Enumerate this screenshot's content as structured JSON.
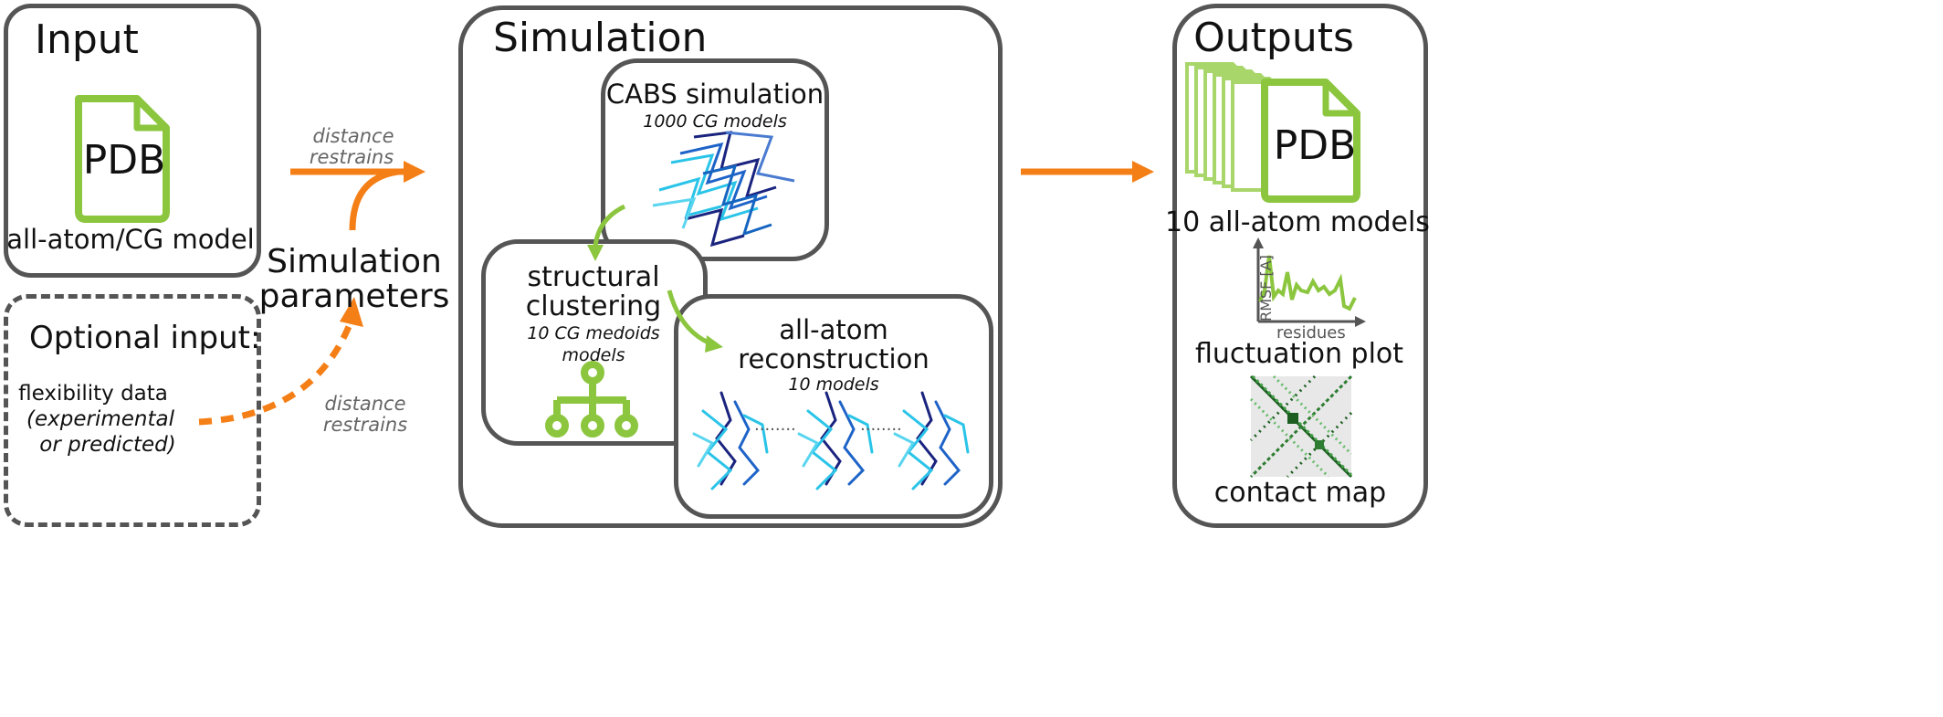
{
  "colors": {
    "orange": "#f57f17",
    "green": "#8cc63f",
    "border": "#555555",
    "blue_dark": "#1a237e",
    "blue_mid": "#1e63c8",
    "cyan": "#29c4e8"
  },
  "input": {
    "title": "Input",
    "pdb_label": "PDB",
    "caption": "all-atom/CG model"
  },
  "optional_input": {
    "title": "Optional input:",
    "line1": "flexibility data",
    "line2": "(experimental",
    "line3": "or predicted)"
  },
  "middle": {
    "restraints_top_1": "distance",
    "restraints_top_2": "restrains",
    "params_line1": "Simulation",
    "params_line2": "parameters",
    "restraints_bottom_1": "distance",
    "restraints_bottom_2": "restrains"
  },
  "simulation": {
    "title": "Simulation",
    "cabs_title": "CABS simulation",
    "cabs_sub": "1000 CG models",
    "cluster_line1": "structural",
    "cluster_line2": "clustering",
    "cluster_sub1": "10 CG medoids",
    "cluster_sub2": "models",
    "recon_line1": "all-atom",
    "recon_line2": "reconstruction",
    "recon_sub": "10 models",
    "ellipsis": "........"
  },
  "outputs": {
    "title": "Outputs",
    "pdb_label": "PDB",
    "models_caption": "10 all-atom models",
    "rmsf_ylabel": "RMSF [A]",
    "rmsf_xlabel": "residues",
    "fluct_caption": "fluctuation plot",
    "contact_caption": "contact map"
  },
  "icons": [
    "pdb-file-icon",
    "tree-icon",
    "protein-structure-icon",
    "stacked-pdb-icon",
    "rmsf-plot-icon",
    "contact-map-icon"
  ]
}
